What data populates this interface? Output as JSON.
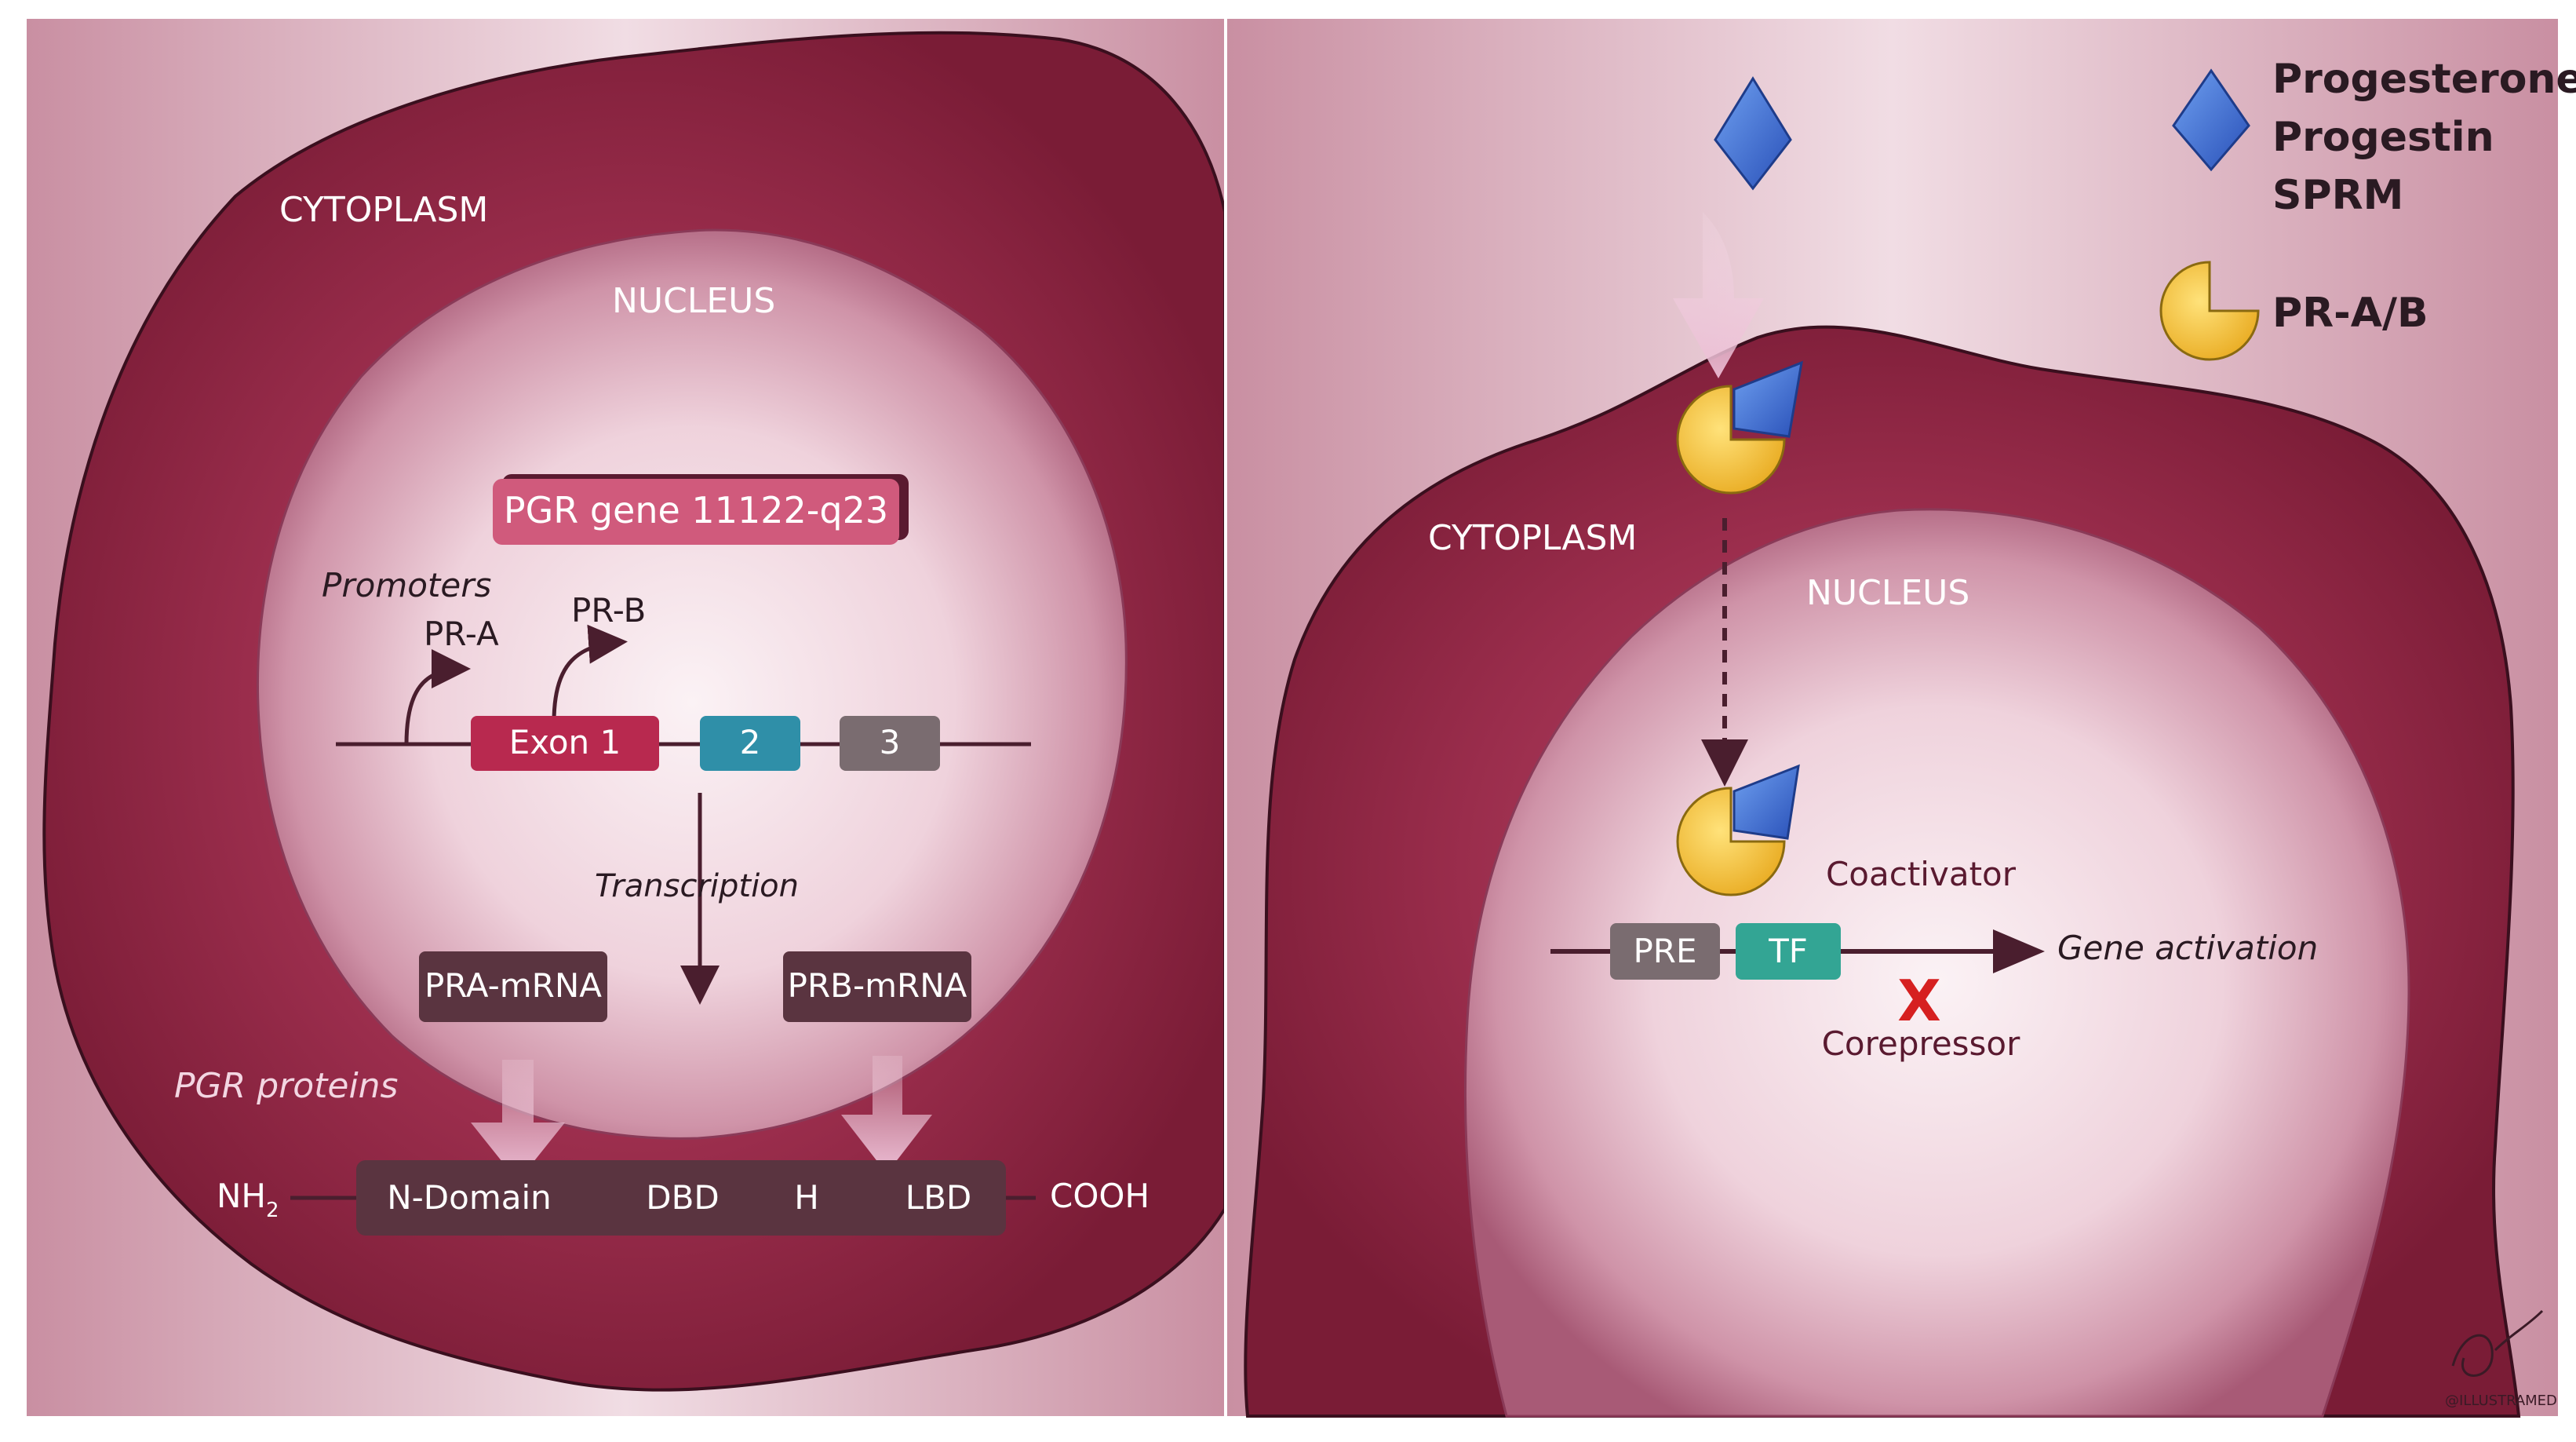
{
  "left_panel": {
    "cytoplasm_label": "CYTOPLASM",
    "nucleus_label": "NUCLEUS",
    "gene_label": "PGR gene 11122-q23",
    "promoters_label": "Promoters",
    "pra_label": "PR-A",
    "prb_label": "PR-B",
    "exon1_label": "Exon 1",
    "exon2_label": "2",
    "exon3_label": "3",
    "transcription_label": "Transcription",
    "pra_mrna_label": "PRA-mRNA",
    "prb_mrna_label": "PRB-mRNA",
    "pgr_proteins_label": "PGR proteins",
    "nh2_label": "NH",
    "nh2_subscript": "2",
    "cooh_label": "COOH",
    "domains": [
      "N-Domain",
      "DBD",
      "H",
      "LBD"
    ]
  },
  "right_panel": {
    "cytoplasm_label": "CYTOPLASM",
    "nucleus_label": "NUCLEUS",
    "coactivator_label": "Coactivator",
    "pre_label": "PRE",
    "tf_label": "TF",
    "gene_activation_label": "Gene activation",
    "x_mark": "X",
    "corepressor_label": "Corepressor"
  },
  "legend": {
    "ligand_lines": [
      "Progesterone",
      "Progestin",
      "SPRM"
    ],
    "receptor_label": "PR-A/B"
  },
  "colors": {
    "cytoplasm": "#8a2440",
    "gene_box": "#d05a7c",
    "exon1": "#b8294f",
    "exon2": "#2f8fa8",
    "exon3": "#7a6c70",
    "mrna_box": "#5a3440",
    "protein_bar": "#5a3440",
    "pre_box": "#7a6c70",
    "tf_box": "#33a594",
    "ligand": "#3a6fd8",
    "receptor": "#f2c23a",
    "x_mark": "#d62020",
    "arrow_dark": "#4a1e2e",
    "arrow_pink": "#f0c6dc"
  }
}
